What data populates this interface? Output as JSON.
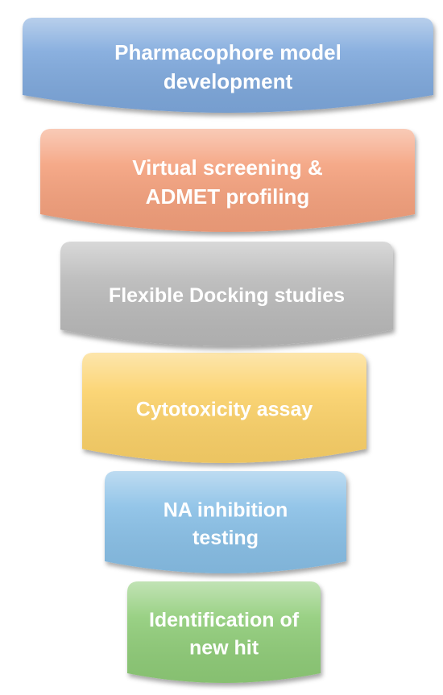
{
  "stages": [
    {
      "lines": [
        "Pharmacophore model",
        "development"
      ],
      "color": "#7ea8dc"
    },
    {
      "lines": [
        "Virtual screening &",
        "ADMET profiling"
      ],
      "color": "#f4a07c"
    },
    {
      "lines": [
        "Flexible Docking studies"
      ],
      "color": "#b9b9b9"
    },
    {
      "lines": [
        "Cytotoxicity assay"
      ],
      "color": "#fbd167"
    },
    {
      "lines": [
        "NA inhibition",
        "testing"
      ],
      "color": "#88bfe6"
    },
    {
      "lines": [
        "Identification of",
        "new hit"
      ],
      "color": "#8fcc78"
    }
  ]
}
